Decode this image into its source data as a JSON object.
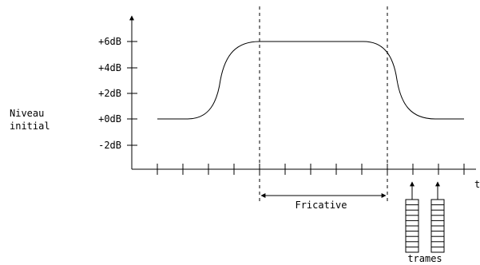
{
  "diagram": {
    "y_axis_label": [
      "Niveau",
      "initial"
    ],
    "y_ticks": [
      {
        "label": "+6dB",
        "value": 6
      },
      {
        "label": "+4dB",
        "value": 4
      },
      {
        "label": "+2dB",
        "value": 2
      },
      {
        "label": "+0dB",
        "value": 0
      },
      {
        "label": "-2dB",
        "value": -2
      }
    ],
    "x_axis_label": "t",
    "fricative_label": "Fricative",
    "frames_label": "trames",
    "frame_stacks": 2,
    "frame_cells_per_stack": 10
  }
}
